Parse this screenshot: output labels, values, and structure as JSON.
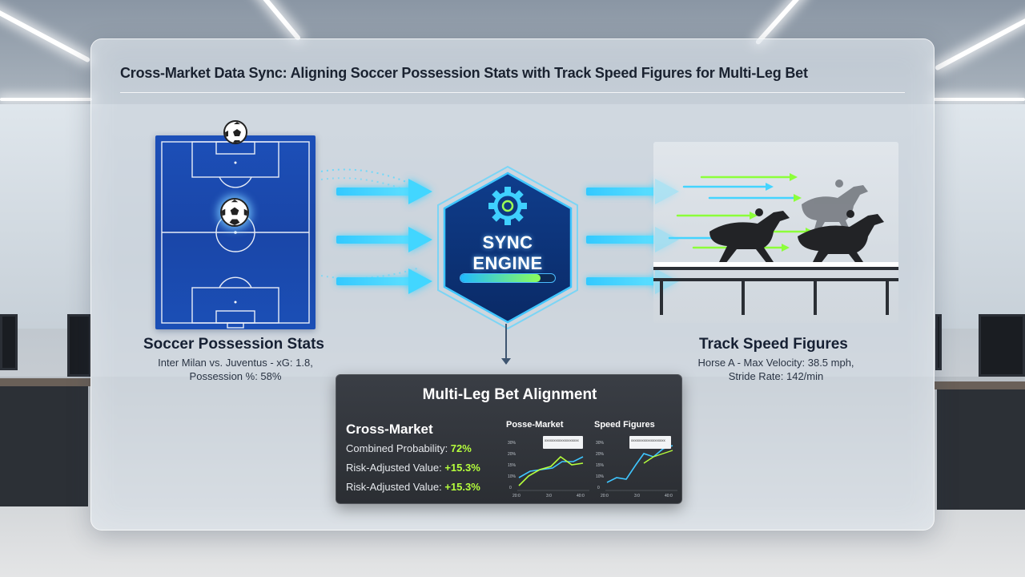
{
  "title": "Cross-Market Data Sync: Aligning Soccer Possession Stats with Track Speed Figures for Multi-Leg Bet",
  "soccer": {
    "caption": "Soccer Possession Stats",
    "detail_line1": "Inter Milan vs. Juventus - xG: 1.8,",
    "detail_line2": "Possession %: 58%"
  },
  "engine": {
    "label_line1": "SYNC",
    "label_line2": "ENGINE",
    "progress": 0.85
  },
  "track": {
    "caption": "Track Speed Figures",
    "detail_line1": "Horse A - Max Velocity: 38.5 mph,",
    "detail_line2": "Stride Rate: 142/min"
  },
  "alignment": {
    "title": "Multi-Leg Bet Alignment",
    "section_title": "Cross-Market",
    "stats": [
      {
        "label": "Combined Probability: ",
        "value": "72%"
      },
      {
        "label": "Risk-Adjusted Value: ",
        "value": "+15.3%"
      },
      {
        "label": "Risk-Adjusted Value: ",
        "value": "+15.3%"
      }
    ],
    "mini_charts": [
      {
        "title": "Posse-Market",
        "tooltip": "xxxxxxxxxxxxxxxxxxx",
        "y_ticks": [
          "30%",
          "20%",
          "15%",
          "10%",
          "0"
        ],
        "x_ticks": [
          "20:0",
          "3:0",
          "40:0"
        ]
      },
      {
        "title": "Speed Figures",
        "tooltip": "xxxxxxxxxxxxxxxxxxx",
        "y_ticks": [
          "30%",
          "20%",
          "15%",
          "10%",
          "0"
        ],
        "x_ticks": [
          "20:0",
          "3:0",
          "40:0"
        ]
      }
    ]
  },
  "colors": {
    "accent_cyan": "#42d6ff",
    "accent_green": "#b6ff3c",
    "pitch_blue": "#1c4fb8",
    "engine_navy": "#0b2f6e"
  }
}
